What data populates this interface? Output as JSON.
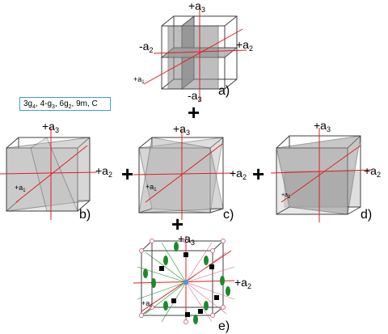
{
  "symmetry_box": {
    "text": "3g",
    "sub": "4",
    "rest": ", 4-g",
    "sub2": "3",
    "rest2": ", 6g",
    "sub3": "2",
    "rest3": ", 9m, C"
  },
  "axes": {
    "plus_a3": "+a",
    "minus_a3": "-a",
    "plus_a2": "+a",
    "minus_a2": "-a",
    "plus_a1": "+a",
    "sub3": "3",
    "sub2": "2",
    "sub1": "1"
  },
  "panels": {
    "a": "a)",
    "b": "b)",
    "c": "c)",
    "d": "d)",
    "e": "e)"
  },
  "plus_sign": "+",
  "colors": {
    "axis": "#e02020",
    "edge": "#404040",
    "face_dark": "#909090",
    "face_light": "#d8d8d8",
    "green": "#1a8a2a",
    "pink": "#d07090",
    "box_border": "#3aa0d8"
  }
}
